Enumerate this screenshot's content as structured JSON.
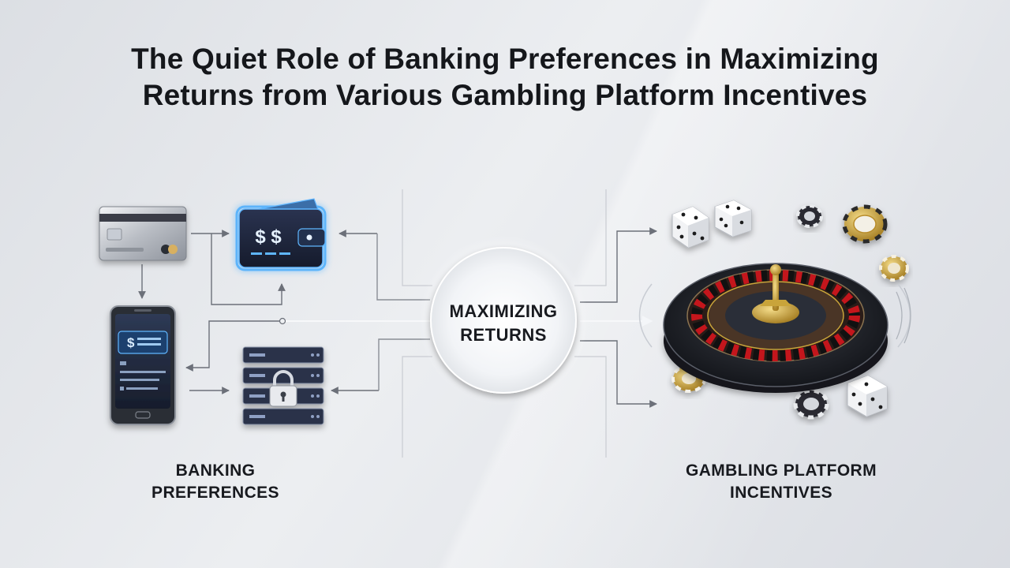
{
  "title": {
    "line1": "The Quiet Role of Banking Preferences in Maximizing",
    "line2": "Returns from Various Gambling Platform Incentives"
  },
  "center": {
    "line1": "MAXIMIZING",
    "line2": "RETURNS"
  },
  "left_group": {
    "line1": "BANKING",
    "line2": "PREFERENCES"
  },
  "right_group": {
    "line1": "GAMBLING PLATFORM",
    "line2": "INCENTIVES"
  },
  "icons": {
    "wallet": "$ $",
    "phone_screen": "$"
  },
  "colors": {
    "accent_blue": "#3aa8ff",
    "roulette_red": "#c4161c",
    "gold": "#c9a43a",
    "dark_navy": "#1b2233"
  }
}
